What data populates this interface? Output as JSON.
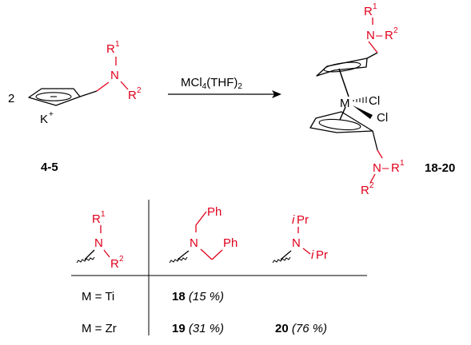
{
  "reaction": {
    "coefficient": "2",
    "potassium": "K",
    "potassium_charge": "+",
    "reagent_prefix": "MCl",
    "reagent_sub": "4",
    "reagent_mid": "(THF)",
    "reagent_sub2": "2",
    "start_label": "4-5",
    "product_label": "18-20",
    "metal": "M",
    "chloride": "Cl",
    "nitrogen": "N",
    "r": "R",
    "sup1": "1",
    "sup2": "2",
    "dash": "–"
  },
  "table": {
    "header_generic": {
      "n": "N",
      "r": "R",
      "sup1": "1",
      "sup2": "2",
      "dash": "–"
    },
    "header_dibenzyl": {
      "n": "N",
      "ph": "Ph"
    },
    "header_diisopropyl": {
      "n": "N",
      "i": "i",
      "pr": "Pr"
    },
    "rows": [
      {
        "label": "M = Ti",
        "c1_num": "18",
        "c1_yield": "(15 %)",
        "c2_num": "",
        "c2_yield": ""
      },
      {
        "label": "M = Zr",
        "c1_num": "19",
        "c1_yield": "(31 %)",
        "c2_num": "20",
        "c2_yield": "(76 %)"
      }
    ]
  },
  "colors": {
    "accent": "#e0001b",
    "ink": "#000000"
  }
}
